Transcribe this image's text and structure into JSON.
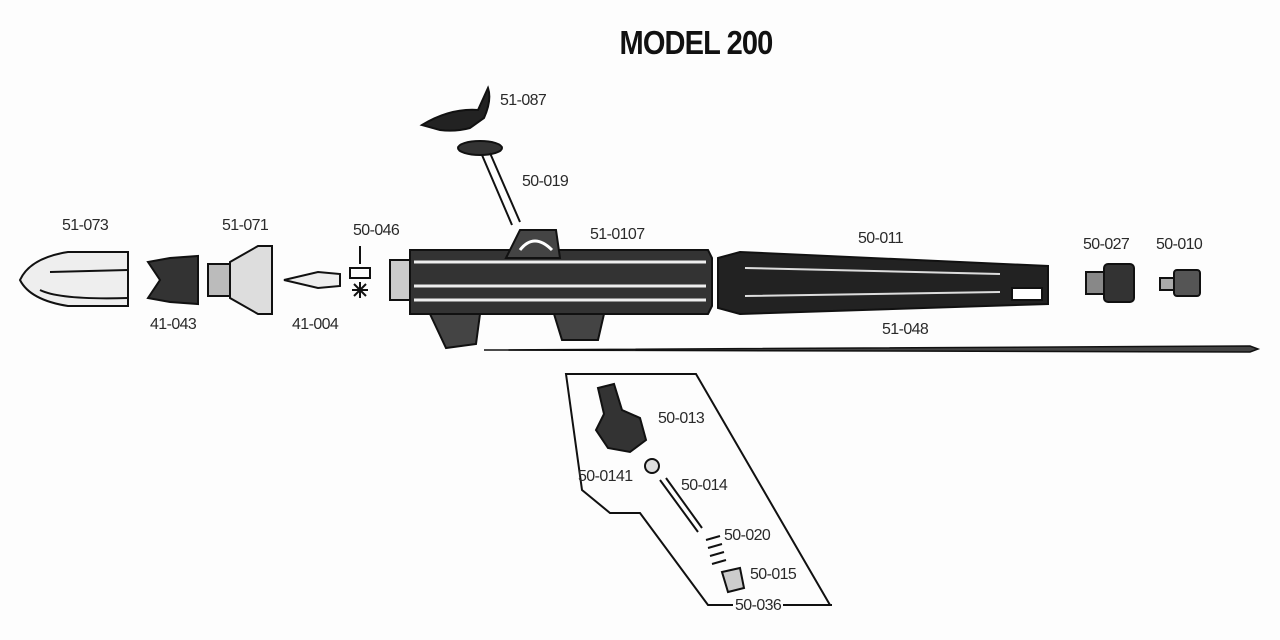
{
  "title": "MODEL 200",
  "parts": {
    "p51_087": "51-087",
    "p50_019": "50-019",
    "p51_073": "51-073",
    "p51_071": "51-071",
    "p50_046": "50-046",
    "p51_0107": "51-0107",
    "p50_011": "50-011",
    "p50_027": "50-027",
    "p50_010": "50-010",
    "p41_043": "41-043",
    "p41_004": "41-004",
    "p51_048": "51-048",
    "p50_013": "50-013",
    "p50_0141": "50-0141",
    "p50_014": "50-014",
    "p50_020": "50-020",
    "p50_015": "50-015",
    "p50_036": "50-036"
  }
}
